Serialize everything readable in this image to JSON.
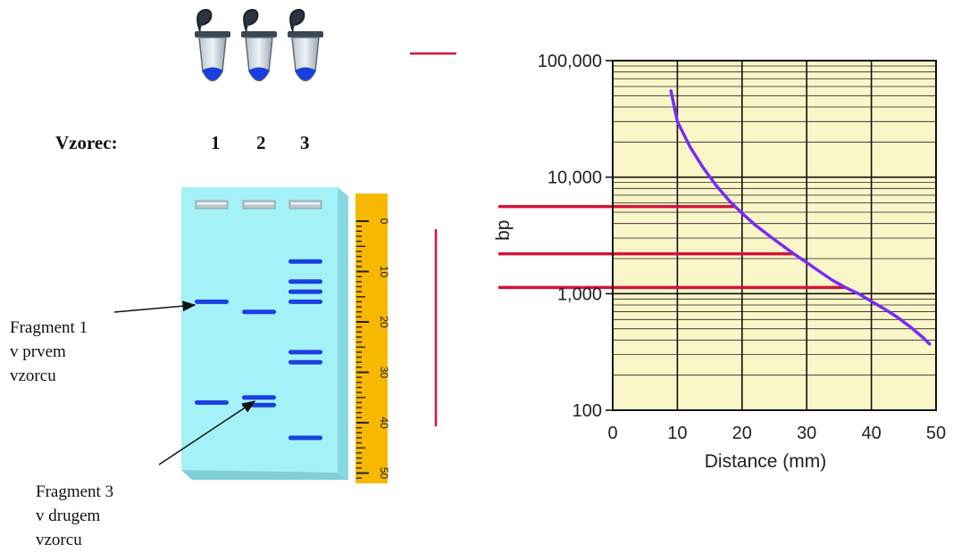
{
  "sample_heading": "Vzorec:",
  "lanes": [
    "1",
    "2",
    "3"
  ],
  "annotations": {
    "fragment1": [
      "Fragment 1",
      "v prvem",
      "vzorcu"
    ],
    "fragment3": [
      "Fragment 3",
      "v drugem",
      "vzorcu"
    ]
  },
  "ruler_ticks": [
    "0",
    "10",
    "20",
    "30",
    "40",
    "50"
  ],
  "colors": {
    "gel": "#a4f2f7",
    "band": "#1a3fe0",
    "ruler": "#f6b800",
    "chart_bg": "#fbf6c8",
    "curve": "#7a2cf0",
    "marker_red": "#d2143a"
  },
  "gel_bands": {
    "lane1_mm": [
      16,
      36
    ],
    "lane2_mm": [
      18,
      35,
      36.5
    ],
    "lane3_mm": [
      8,
      12,
      14,
      16,
      26,
      28,
      43
    ]
  },
  "chart_data": {
    "type": "line",
    "xlabel": "Distance (mm)",
    "ylabel": "bp",
    "xlim": [
      0,
      50
    ],
    "ylim": [
      100,
      100000
    ],
    "y_scale": "log",
    "x_ticks": [
      "0",
      "10",
      "20",
      "30",
      "40",
      "50"
    ],
    "y_ticks": [
      "100",
      "1,000",
      "10,000",
      "100,000"
    ],
    "grid": true,
    "series": [
      {
        "x": [
          9,
          10,
          12,
          14,
          16,
          18,
          20,
          22,
          24,
          26,
          28,
          30,
          32,
          34,
          36,
          38,
          40,
          42,
          44,
          46,
          48,
          49
        ],
        "y": [
          55000,
          30000,
          18000,
          12000,
          8500,
          6300,
          4900,
          3900,
          3200,
          2650,
          2200,
          1850,
          1550,
          1300,
          1130,
          1000,
          860,
          740,
          630,
          520,
          420,
          370
        ]
      }
    ],
    "reference_lines_bp": [
      5600,
      2200,
      1130
    ]
  }
}
